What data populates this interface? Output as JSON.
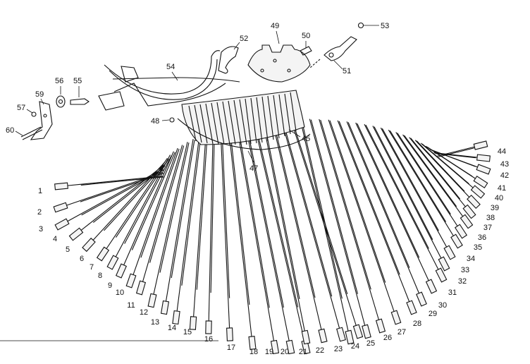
{
  "diagram": {
    "bar_labels": [
      "1",
      "2",
      "3",
      "4",
      "5",
      "6",
      "7",
      "8",
      "9",
      "10",
      "11",
      "12",
      "13",
      "14",
      "15",
      "16",
      "17",
      "18",
      "19",
      "20",
      "21",
      "22",
      "23",
      "24",
      "25",
      "26",
      "27",
      "28",
      "29",
      "30",
      "31",
      "32",
      "33",
      "34",
      "35",
      "36",
      "37",
      "38",
      "39",
      "40",
      "41",
      "42",
      "43",
      "44"
    ],
    "part_labels": {
      "p45": "45",
      "p47": "47",
      "p48": "48",
      "p49": "49",
      "p50": "50",
      "p51": "51",
      "p52": "52",
      "p53": "53",
      "p54": "54",
      "p55": "55",
      "p56": "56",
      "p57": "57",
      "p59": "59",
      "p60": "60"
    }
  }
}
